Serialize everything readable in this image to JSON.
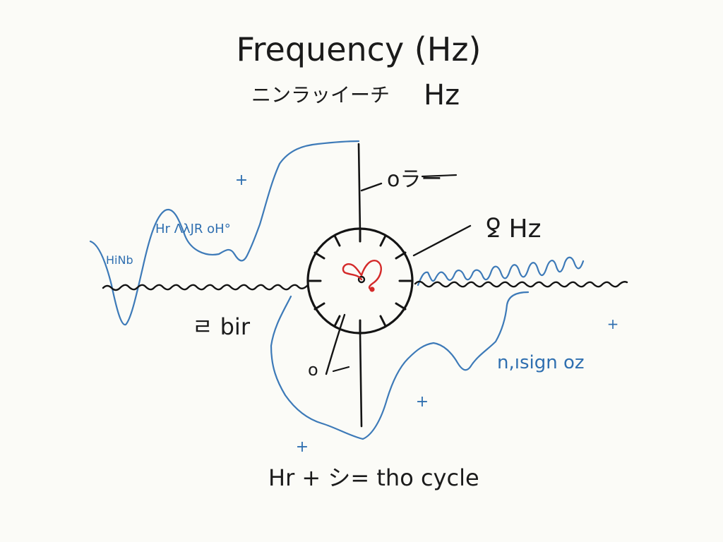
{
  "title": "Frequency (Hz)",
  "subtitle": {
    "katakana": "ニンラッイーチ",
    "unit": "Hz"
  },
  "labels": {
    "top_right": "oラー",
    "right": "ꝿ Hz",
    "left": "ㄹ bir",
    "bottom_small": "o",
    "bottom_caption": "Hr + シ= tho cycle"
  },
  "wave_labels": {
    "hinb": "HiNb",
    "mid": "Hr ᐱλJR oH°",
    "right": "n,ısign oz"
  },
  "marks": {
    "plus": "+"
  },
  "colors": {
    "ink": "#141414",
    "wave_blue": "#3d7ab8",
    "label_blue": "#2f6fb0",
    "heart_red": "#d42a2a",
    "paper": "#fbfbf7"
  }
}
